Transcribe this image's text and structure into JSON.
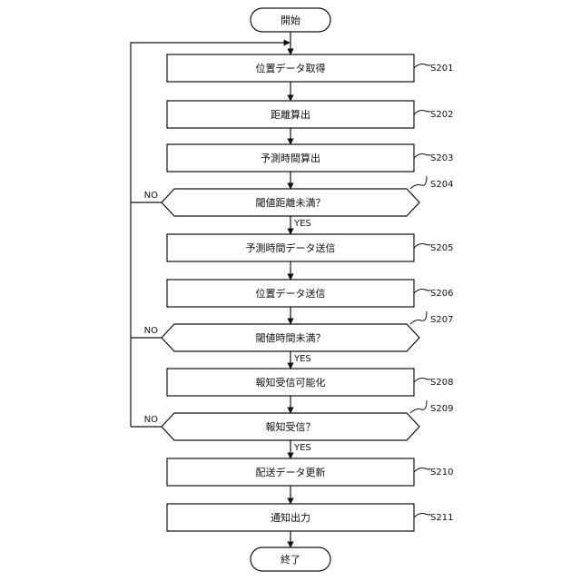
{
  "diagram": {
    "start": "開始",
    "end": "終了",
    "steps": [
      {
        "id": "S201",
        "text": "位置データ取得",
        "kind": "process"
      },
      {
        "id": "S202",
        "text": "距離算出",
        "kind": "process"
      },
      {
        "id": "S203",
        "text": "予測時間算出",
        "kind": "process"
      },
      {
        "id": "S204",
        "text": "閾値距離未満？",
        "kind": "decision"
      },
      {
        "id": "S205",
        "text": "予測時間データ送信",
        "kind": "process"
      },
      {
        "id": "S206",
        "text": "位置データ送信",
        "kind": "process"
      },
      {
        "id": "S207",
        "text": "閾値時間未満？",
        "kind": "decision"
      },
      {
        "id": "S208",
        "text": "報知受信可能化",
        "kind": "process"
      },
      {
        "id": "S209",
        "text": "報知受信？",
        "kind": "decision"
      },
      {
        "id": "S210",
        "text": "配送データ更新",
        "kind": "process"
      },
      {
        "id": "S211",
        "text": "通知出力",
        "kind": "process"
      }
    ],
    "yes_label": "YES",
    "no_label": "NO"
  }
}
